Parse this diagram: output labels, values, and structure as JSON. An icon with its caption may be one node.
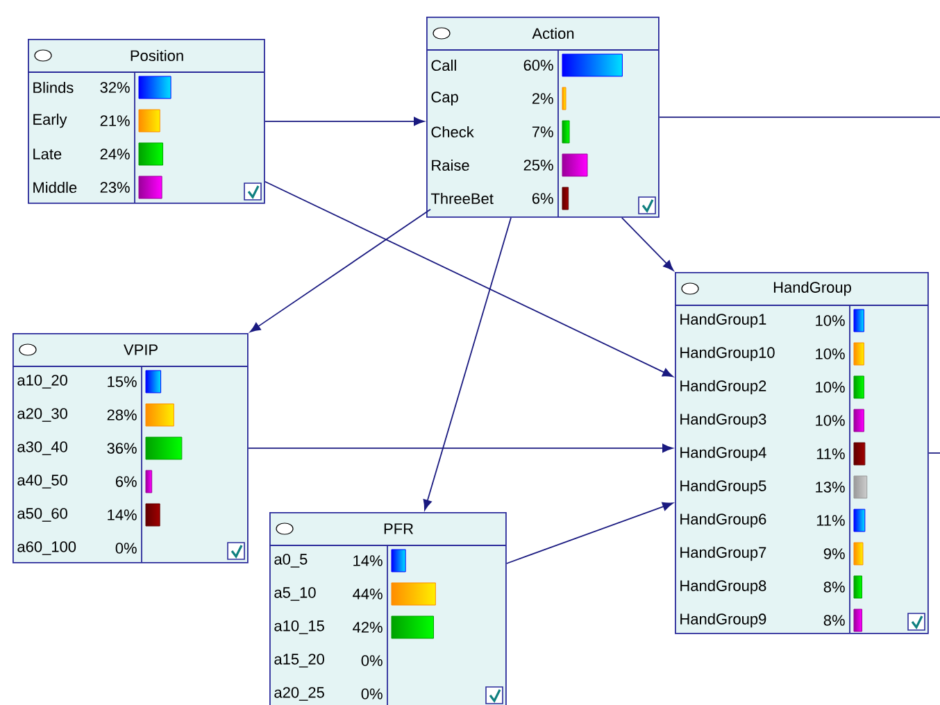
{
  "diagram": {
    "nodes": [
      {
        "text": [
          "Position",
          "Blinds",
          "32%",
          "Early",
          "21%",
          "Late",
          "24%",
          "Middle",
          "23%"
        ]
      },
      {
        "text": [
          "Action",
          "Call",
          "60%",
          "Cap",
          "2%",
          "Check",
          "7%",
          "Raise",
          "25%",
          "ThreeBet",
          "6%"
        ]
      },
      {
        "text": [
          "VPIP",
          "a10_20",
          "15%",
          "a20_30",
          "28%",
          "a30_40",
          "36%",
          "a40_50",
          "6%",
          "a50_60",
          "14%",
          "a60_100",
          "0%"
        ]
      },
      {
        "text": [
          "PFR",
          "a0_5",
          "14%",
          "a5_10",
          "44%",
          "a10_15",
          "42%",
          "a15_20",
          "0%",
          "a20_25",
          "0%"
        ]
      },
      {
        "text": [
          "HandGroup",
          "HandGroup1",
          "10%",
          "HandGroup10",
          "10%",
          "HandGroup2",
          "10%",
          "HandGroup3",
          "10%",
          "HandGroup4",
          "11%",
          "HandGroup5",
          "13%",
          "HandGroup6",
          "11%",
          "HandGroup7",
          "9%",
          "HandGroup8",
          "8%",
          "HandGroup9",
          "8%"
        ]
      }
    ],
    "edges": [
      {
        "from": 0,
        "to": 1,
        "arrow": "to"
      },
      {
        "from": 0,
        "to": 4,
        "arrow": "to"
      },
      {
        "from": 1,
        "to": 2,
        "arrow": "to"
      },
      {
        "from": 1,
        "to": 3,
        "arrow": "to"
      },
      {
        "from": 1,
        "to": 4,
        "arrow": "to"
      },
      {
        "from": 1,
        "to": null,
        "arrow": "none"
      },
      {
        "from": 2,
        "to": 4,
        "arrow": "to"
      },
      {
        "from": 3,
        "to": 4,
        "arrow": "to"
      },
      {
        "from": 4,
        "to": null,
        "arrow": "none"
      }
    ]
  }
}
